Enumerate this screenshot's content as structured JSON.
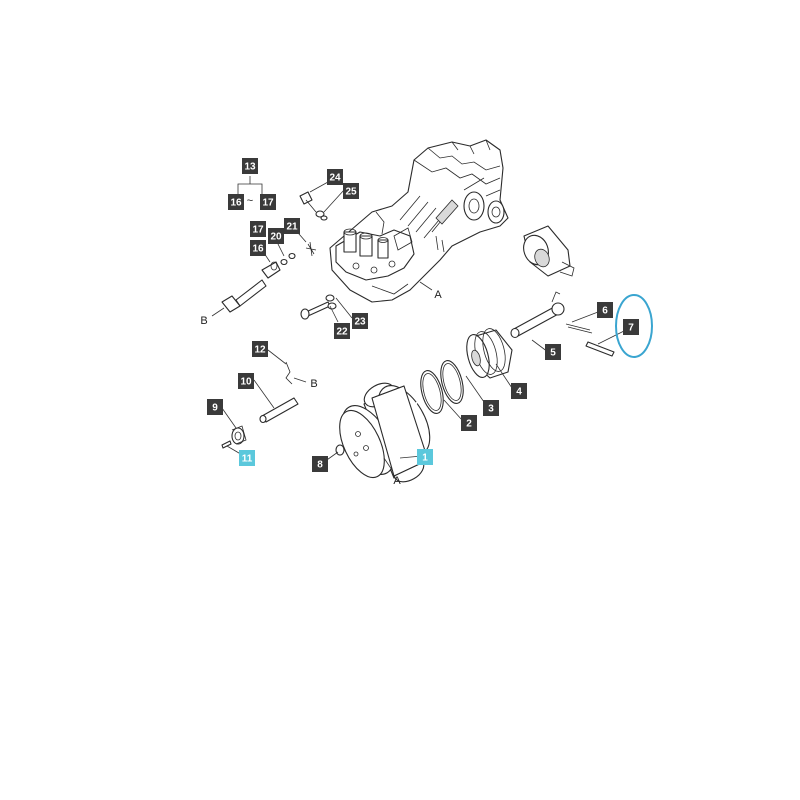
{
  "colors": {
    "callout_dark": "#3a3a3a",
    "callout_highlight": "#5bc8dc",
    "circle_highlight": "#3aa5d0",
    "line": "#2b2b2b"
  },
  "callouts": [
    {
      "id": "c13",
      "label": "13",
      "highlight": false
    },
    {
      "id": "c16a",
      "label": "16",
      "highlight": false
    },
    {
      "id": "c17a",
      "label": "17",
      "highlight": false
    },
    {
      "id": "c24",
      "label": "24",
      "highlight": false
    },
    {
      "id": "c25",
      "label": "25",
      "highlight": false
    },
    {
      "id": "c17b",
      "label": "17",
      "highlight": false
    },
    {
      "id": "c21",
      "label": "21",
      "highlight": false
    },
    {
      "id": "c20",
      "label": "20",
      "highlight": false
    },
    {
      "id": "c16b",
      "label": "16",
      "highlight": false
    },
    {
      "id": "c22",
      "label": "22",
      "highlight": false
    },
    {
      "id": "c23",
      "label": "23",
      "highlight": false
    },
    {
      "id": "c12",
      "label": "12",
      "highlight": false
    },
    {
      "id": "c10",
      "label": "10",
      "highlight": false
    },
    {
      "id": "c9",
      "label": "9",
      "highlight": false
    },
    {
      "id": "c11",
      "label": "11",
      "highlight": true
    },
    {
      "id": "c8",
      "label": "8",
      "highlight": false
    },
    {
      "id": "c1",
      "label": "1",
      "highlight": true
    },
    {
      "id": "c2",
      "label": "2",
      "highlight": false
    },
    {
      "id": "c3",
      "label": "3",
      "highlight": false
    },
    {
      "id": "c4",
      "label": "4",
      "highlight": false
    },
    {
      "id": "c5",
      "label": "5",
      "highlight": false
    },
    {
      "id": "c6",
      "label": "6",
      "highlight": false
    },
    {
      "id": "c7",
      "label": "7",
      "highlight": false
    }
  ],
  "labels": {
    "range_tilde": "~",
    "ref_a_housing": "A",
    "ref_a_cylinder": "A",
    "ref_b_left": "B",
    "ref_b_right": "B"
  }
}
